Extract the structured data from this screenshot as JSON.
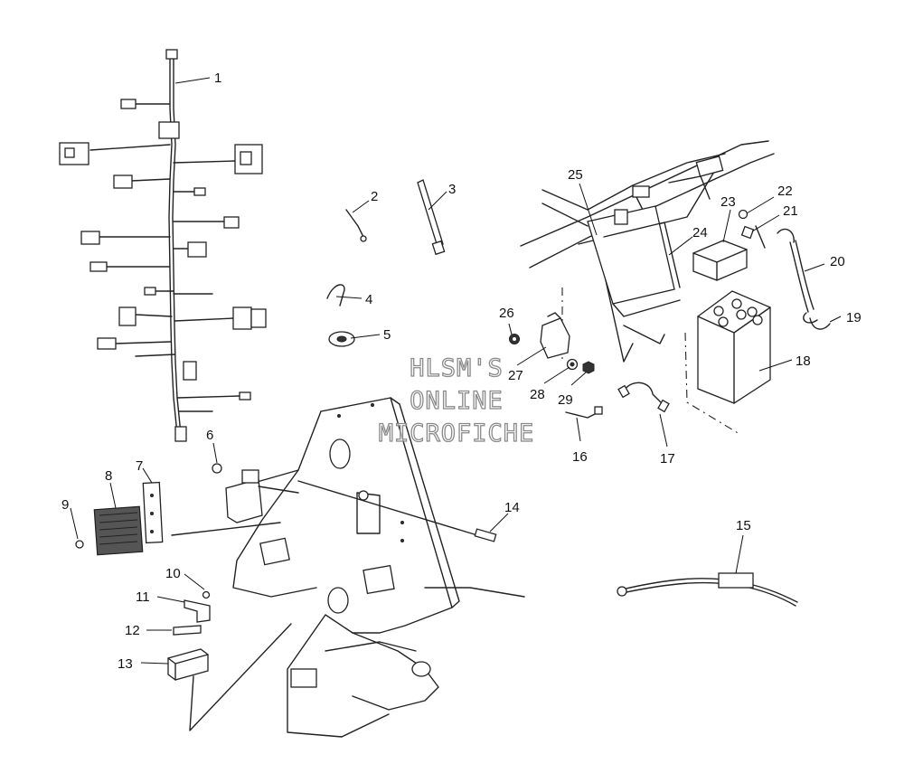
{
  "watermark": {
    "lines": [
      "HLSM'S",
      "ONLINE",
      "MICROFICHE"
    ]
  },
  "callouts": [
    {
      "n": "1"
    },
    {
      "n": "2"
    },
    {
      "n": "3"
    },
    {
      "n": "4"
    },
    {
      "n": "5"
    },
    {
      "n": "6"
    },
    {
      "n": "7"
    },
    {
      "n": "8"
    },
    {
      "n": "9"
    },
    {
      "n": "10"
    },
    {
      "n": "11"
    },
    {
      "n": "12"
    },
    {
      "n": "13"
    },
    {
      "n": "14"
    },
    {
      "n": "15"
    },
    {
      "n": "16"
    },
    {
      "n": "17"
    },
    {
      "n": "18"
    },
    {
      "n": "19"
    },
    {
      "n": "20"
    },
    {
      "n": "21"
    },
    {
      "n": "22"
    },
    {
      "n": "23"
    },
    {
      "n": "24"
    },
    {
      "n": "25"
    },
    {
      "n": "26"
    },
    {
      "n": "27"
    },
    {
      "n": "28"
    },
    {
      "n": "29"
    }
  ]
}
